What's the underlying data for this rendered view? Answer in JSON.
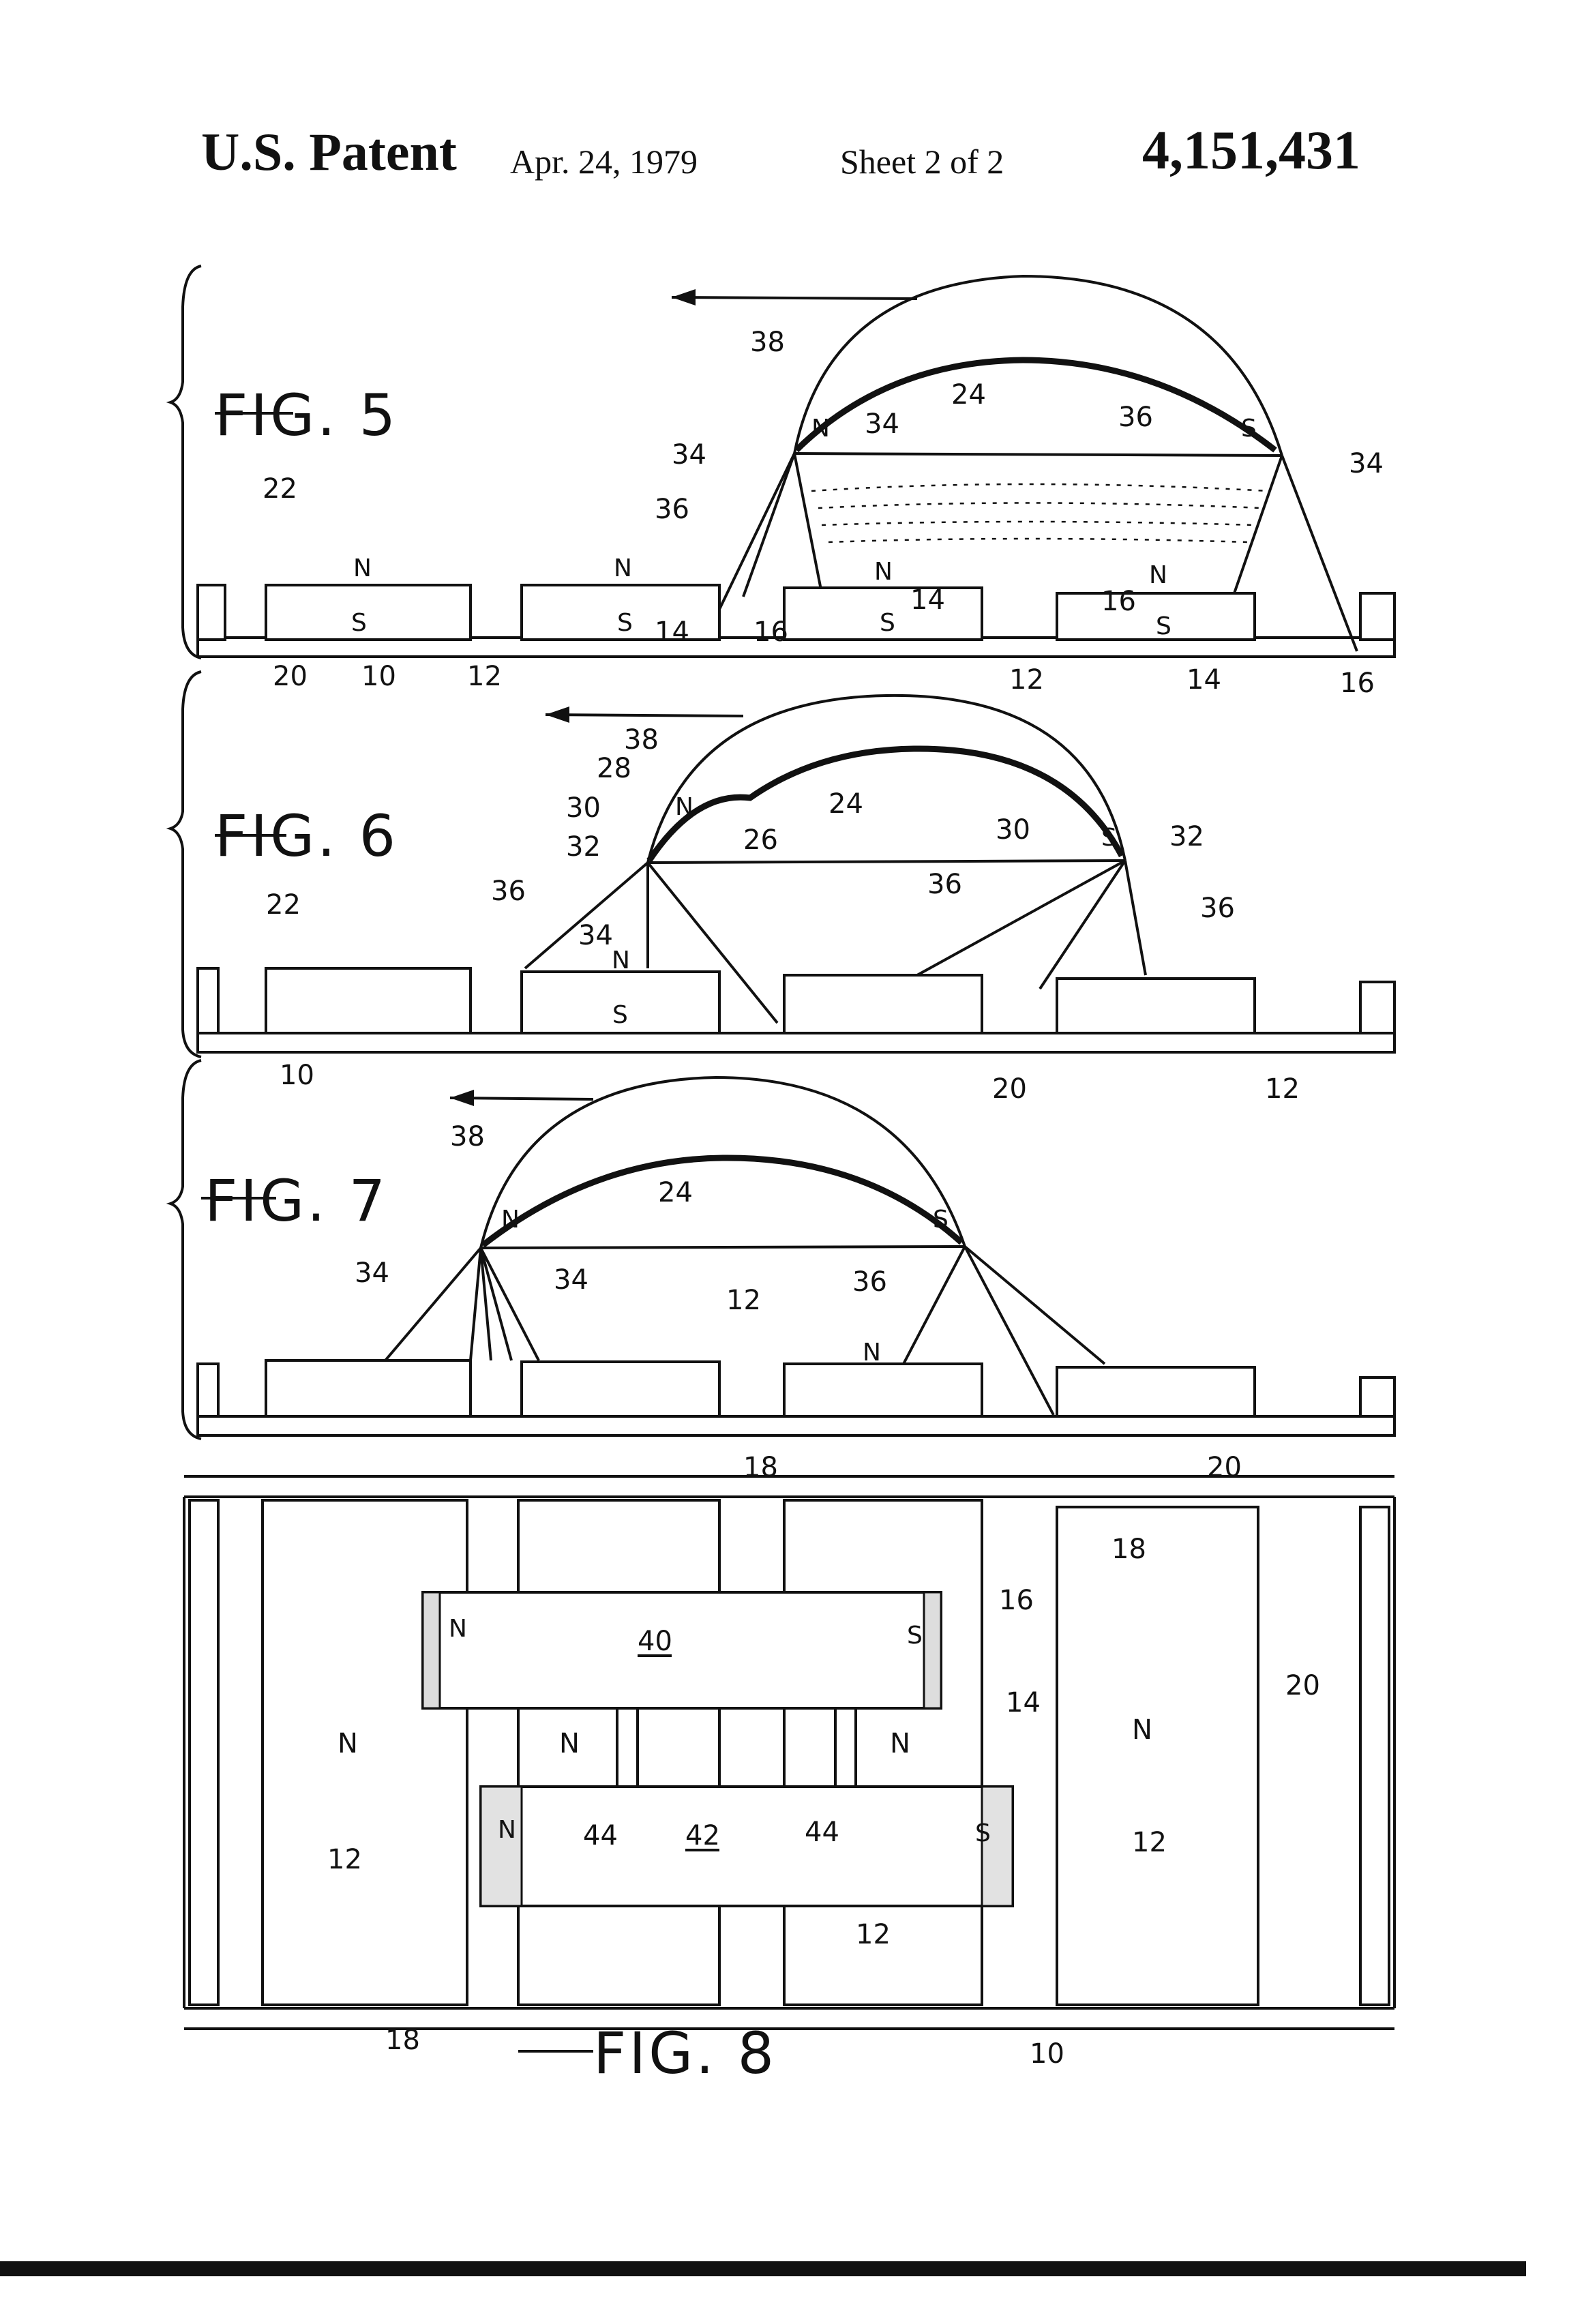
{
  "header": {
    "label": "U.S. Patent",
    "date": "Apr. 24, 1979",
    "sheet": "Sheet 2 of 2",
    "number": "4,151,431"
  },
  "figures": {
    "fig5": {
      "title": "FIG. 5",
      "refs": [
        "38",
        "24",
        "34",
        "36",
        "22",
        "20",
        "10",
        "12",
        "14",
        "16"
      ],
      "poles": [
        "N",
        "S"
      ]
    },
    "fig6": {
      "title": "FIG. 6",
      "refs": [
        "38",
        "28",
        "30",
        "32",
        "24",
        "26",
        "36",
        "34",
        "22",
        "10",
        "20",
        "12"
      ],
      "poles": [
        "N",
        "S"
      ]
    },
    "fig7": {
      "title": "FIG. 7",
      "refs": [
        "38",
        "24",
        "34",
        "36",
        "12",
        "20"
      ],
      "poles": [
        "N",
        "S"
      ]
    },
    "fig8": {
      "title": "FIG. 8",
      "refs": [
        "18",
        "16",
        "14",
        "20",
        "40",
        "42",
        "44",
        "12",
        "10"
      ],
      "poles": [
        "N",
        "S"
      ]
    }
  }
}
